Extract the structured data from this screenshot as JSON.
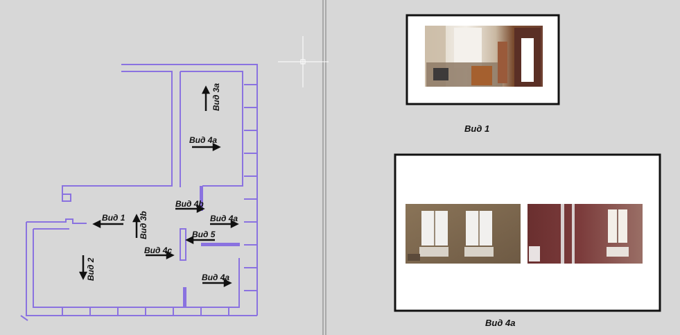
{
  "colors": {
    "background": "#d7d7d7",
    "wall": "#8a72e0",
    "frame": "#111111",
    "splitter": "#6f6f6f",
    "crosshair": "#ffffff"
  },
  "plan": {
    "labels": {
      "vid_3a": "Вид 3a",
      "vid_4a_top": "Вид 4a",
      "vid_4b": "Вид 4b",
      "vid_1": "Вид 1",
      "vid_3b": "Вид 3b",
      "vid_4a_mid": "Вид 4a",
      "vid_5": "Вид 5",
      "vid_4c": "Вид 4c",
      "vid_2": "Вид 2",
      "vid_4a_bottom": "Вид 4a"
    }
  },
  "viewports": {
    "view1": {
      "caption": "Вид 1"
    },
    "view4a": {
      "caption": "Вид 4a"
    }
  }
}
